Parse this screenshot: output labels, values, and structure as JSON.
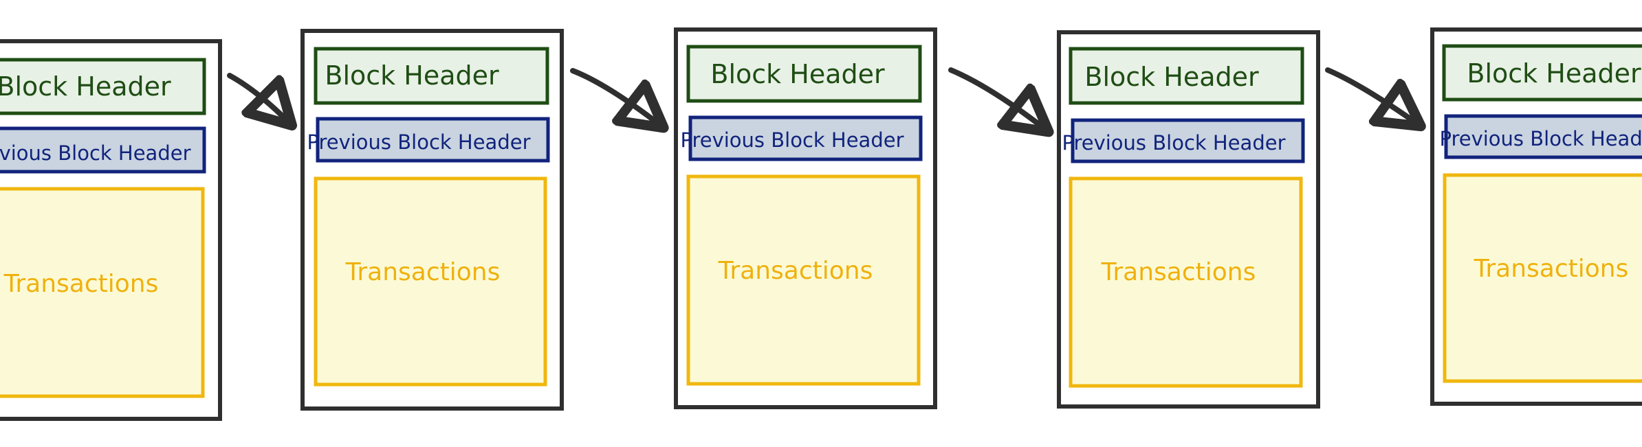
{
  "diagram": {
    "blocks": [
      {
        "header_label": "Block Header",
        "previous_label": "Previous Block Header",
        "transactions_label": "Transactions"
      },
      {
        "header_label": "Block Header",
        "previous_label": "Previous Block Header",
        "transactions_label": "Transactions"
      },
      {
        "header_label": "Block Header",
        "previous_label": "Previous Block Header",
        "transactions_label": "Transactions"
      },
      {
        "header_label": "Block Header",
        "previous_label": "Previous Block Header",
        "transactions_label": "Transactions"
      },
      {
        "header_label": "Block Header",
        "previous_label": "Previous Block Header",
        "transactions_label": "Transactions"
      }
    ],
    "colors": {
      "outline": "#2f2f2f",
      "header_fill": "#e8f1e6",
      "header_stroke": "#1f4d14",
      "header_text": "#1f4d14",
      "previous_fill": "#c9d4e0",
      "previous_stroke": "#11237c",
      "previous_text": "#11237c",
      "transactions_fill": "#fcfad6",
      "transactions_stroke": "#f0b70e",
      "transactions_text": "#efb10f",
      "arrow": "#2f2f2f"
    }
  }
}
